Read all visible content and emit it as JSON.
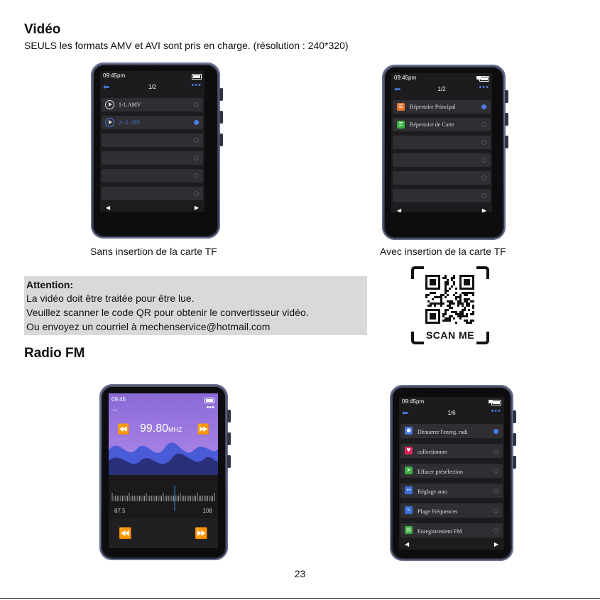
{
  "video": {
    "heading": "Vidéo",
    "subtitle": "SEULS les formats AMV et AVI sont pris en charge. (résolution : 240*320)",
    "left_device": {
      "time": "09:45pm",
      "page": "1/2",
      "files": [
        "1-1.AMV",
        "2--2. AVI"
      ],
      "caption": "Sans insertion de la carte TF"
    },
    "right_device": {
      "time": "09:45pm",
      "page": "1/2",
      "items": [
        "Répertoire Principal",
        "Répertoire de Carte"
      ],
      "caption": "Avec insertion de la carte TF"
    }
  },
  "attention": {
    "title": "Attention:",
    "lines": [
      "La vidéo doit être traitée pour être lue.",
      "Veuillez scanner le code QR pour obtenir le convertisseur vidéo.",
      "Ou envoyez un courriel à mechenservice@hotmail.com"
    ]
  },
  "qr": {
    "label": "SCAN ME"
  },
  "radio": {
    "heading": "Radio FM",
    "player": {
      "time": "09:45",
      "freq": "99.80",
      "unit": "MHZ",
      "scale_min": "87.5",
      "scale_max": "108"
    },
    "menu": {
      "time": "09:45pm",
      "page": "1/6",
      "items": [
        {
          "label": "Démarrer l'enreg. radi",
          "icon": "microphone-icon",
          "color": "#4a7be0"
        },
        {
          "label": "collectionner",
          "icon": "heart-icon",
          "color": "#e0245e"
        },
        {
          "label": "Effacer présélection",
          "icon": "send-icon",
          "color": "#3cb043"
        },
        {
          "label": "Réglage auto",
          "icon": "tuning-icon",
          "color": "#3a6fd8"
        },
        {
          "label": "Plage Fréquences",
          "icon": "wave-icon",
          "color": "#3a6fd8"
        },
        {
          "label": "Enregistrement FM",
          "icon": "folder-icon",
          "color": "#3cb043"
        }
      ]
    }
  },
  "page_number": "23"
}
